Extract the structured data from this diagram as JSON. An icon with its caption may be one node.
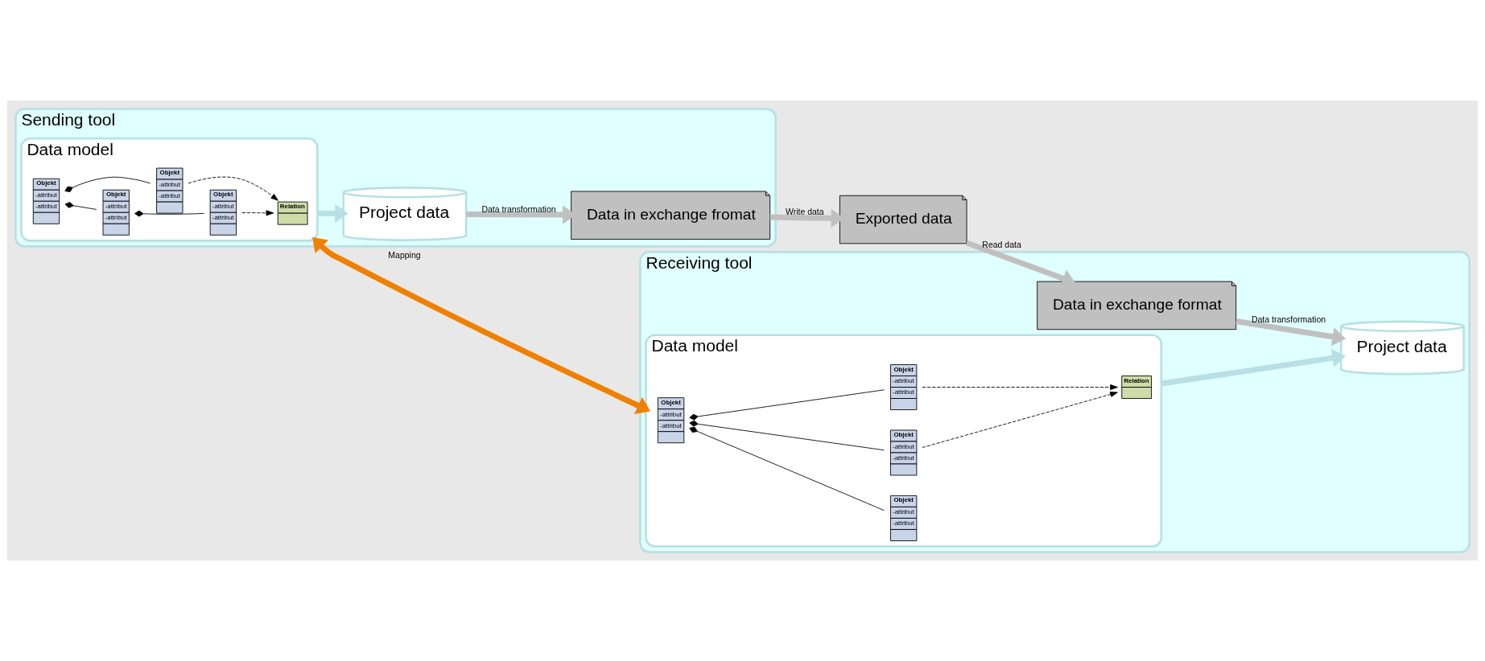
{
  "diagram": {
    "nodes": [
      {
        "text": [
          "Sending tool"
        ]
      },
      {
        "text": [
          "Project data"
        ],
        "in": 0
      },
      {
        "text": [
          "Data in exchange fromat"
        ],
        "in": 0
      },
      {
        "text": [
          "Data model"
        ],
        "in": 0
      },
      {
        "text": [
          "Objekt",
          "-attribut",
          "-attribut"
        ],
        "in": 3
      },
      {
        "text": [
          "Objekt",
          "-attribut",
          "-attribut"
        ],
        "in": 3
      },
      {
        "text": [
          "Objekt",
          "-attribut",
          "-attribut"
        ],
        "in": 3
      },
      {
        "text": [
          "Objekt",
          "-attribut",
          "-attribut"
        ],
        "in": 3
      },
      {
        "text": [
          "Relation"
        ],
        "in": 3
      },
      {
        "text": [
          "Exported data"
        ]
      },
      {
        "text": [
          "Receiving tool"
        ]
      },
      {
        "text": [
          "Data in exchange format"
        ],
        "in": 10
      },
      {
        "text": [
          "Project data"
        ],
        "in": 10
      },
      {
        "text": [
          "Data model"
        ],
        "in": 10
      },
      {
        "text": [
          "Objekt",
          "-attribut",
          "-attribut"
        ],
        "in": 13
      },
      {
        "text": [
          "Objekt",
          "-attribut",
          "-attribut"
        ],
        "in": 13
      },
      {
        "text": [
          "Objekt",
          "-attribut",
          "-attribut"
        ],
        "in": 13
      },
      {
        "text": [
          "Objekt",
          "-attribut",
          "-attribut"
        ],
        "in": 13
      },
      {
        "text": [
          "Relation"
        ],
        "in": 13
      }
    ],
    "edges": [
      {
        "from": 1,
        "to": 2,
        "arrow": "to",
        "label": "Data transformation",
        "style": "thick",
        "color": "#c0c0c0"
      },
      {
        "from": 2,
        "to": 9,
        "arrow": "to",
        "label": "Write data",
        "style": "thick",
        "color": "#c0c0c0"
      },
      {
        "from": 9,
        "to": 11,
        "arrow": "to",
        "label": "Read data",
        "style": "thick",
        "color": "#c0c0c0"
      },
      {
        "from": 11,
        "to": 12,
        "arrow": "to",
        "label": "Data transformation",
        "style": "thick",
        "color": "#c0c0c0"
      },
      {
        "from": 3,
        "to": 1,
        "arrow": "to",
        "style": "thick",
        "color": "#b8e0e4"
      },
      {
        "from": 13,
        "to": 12,
        "arrow": "to",
        "style": "thick",
        "color": "#b8e0e4"
      },
      {
        "from": 3,
        "to": 13,
        "arrow": "both",
        "label": "Mapping",
        "style": "thick",
        "color": "#f08000"
      },
      {
        "from": 4,
        "to": 5,
        "arrow": "other"
      },
      {
        "from": 4,
        "to": 7,
        "arrow": "other"
      },
      {
        "from": 5,
        "to": 6,
        "arrow": "other"
      },
      {
        "from": 6,
        "to": 8,
        "arrow": "to",
        "style": "dashed"
      },
      {
        "from": 7,
        "to": 8,
        "arrow": "to",
        "style": "dashed"
      },
      {
        "from": 14,
        "to": 15,
        "arrow": "other"
      },
      {
        "from": 14,
        "to": 16,
        "arrow": "other"
      },
      {
        "from": 14,
        "to": 17,
        "arrow": "other"
      },
      {
        "from": 16,
        "to": 18,
        "arrow": "to",
        "style": "dashed"
      },
      {
        "from": 17,
        "to": 18,
        "arrow": "to",
        "style": "dashed"
      }
    ]
  }
}
